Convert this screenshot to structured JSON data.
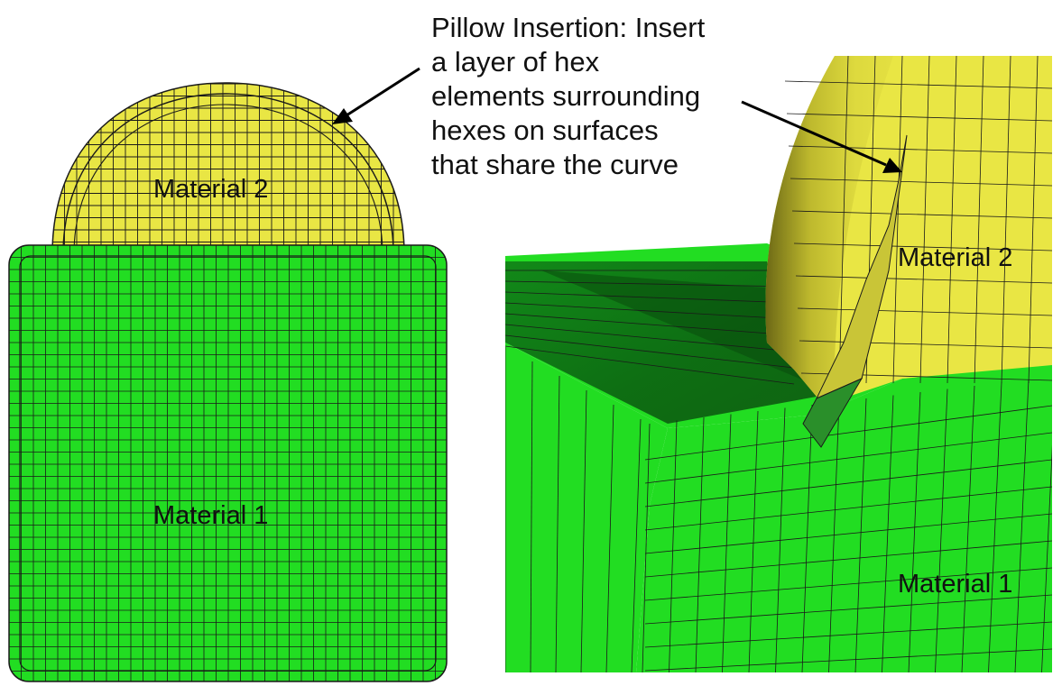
{
  "caption": {
    "lines": [
      "Pillow Insertion: Insert",
      "a layer of hex",
      "elements surrounding",
      "hexes on surfaces",
      "that share the curve"
    ]
  },
  "left_view": {
    "material_top_label": "Material 2",
    "material_bottom_label": "Material 1"
  },
  "right_view": {
    "material_top_label": "Material 2",
    "material_bottom_label": "Material 1"
  },
  "colors": {
    "material_1": "#22dd22",
    "material_1_dark": "#0c6a12",
    "material_2": "#e9e644",
    "material_2_dark": "#8f8a1c",
    "mesh_line": "#1a1a1a",
    "background": "#ffffff"
  }
}
